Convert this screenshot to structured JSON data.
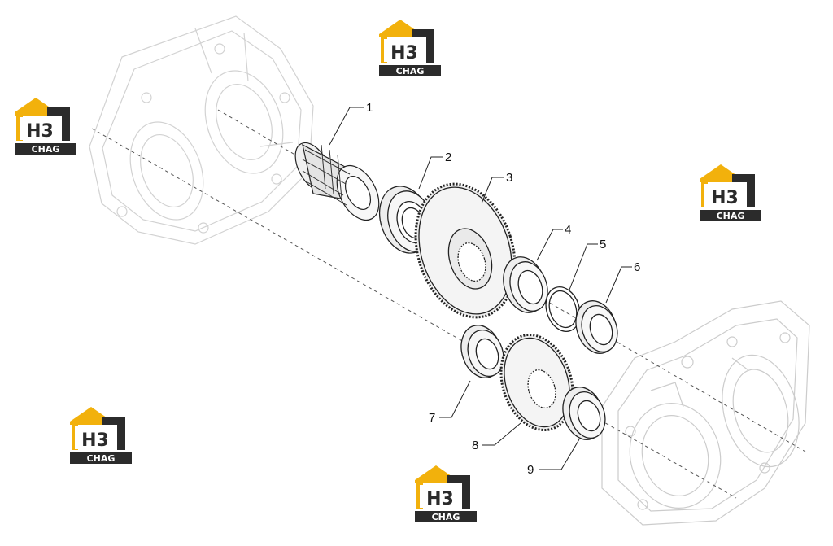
{
  "watermark": {
    "mark": "H3",
    "brand": "CHAG",
    "colors": {
      "roof": "#f2b10c",
      "dark": "#2b2b2b"
    }
  },
  "callouts": [
    {
      "label": "1"
    },
    {
      "label": "2"
    },
    {
      "label": "3"
    },
    {
      "label": "4"
    },
    {
      "label": "5"
    },
    {
      "label": "6"
    },
    {
      "label": "7"
    },
    {
      "label": "8"
    },
    {
      "label": "9"
    }
  ],
  "colors": {
    "ghost": "#cfcfcf",
    "line": "#222222",
    "part_fill": "#f2f2f2"
  }
}
